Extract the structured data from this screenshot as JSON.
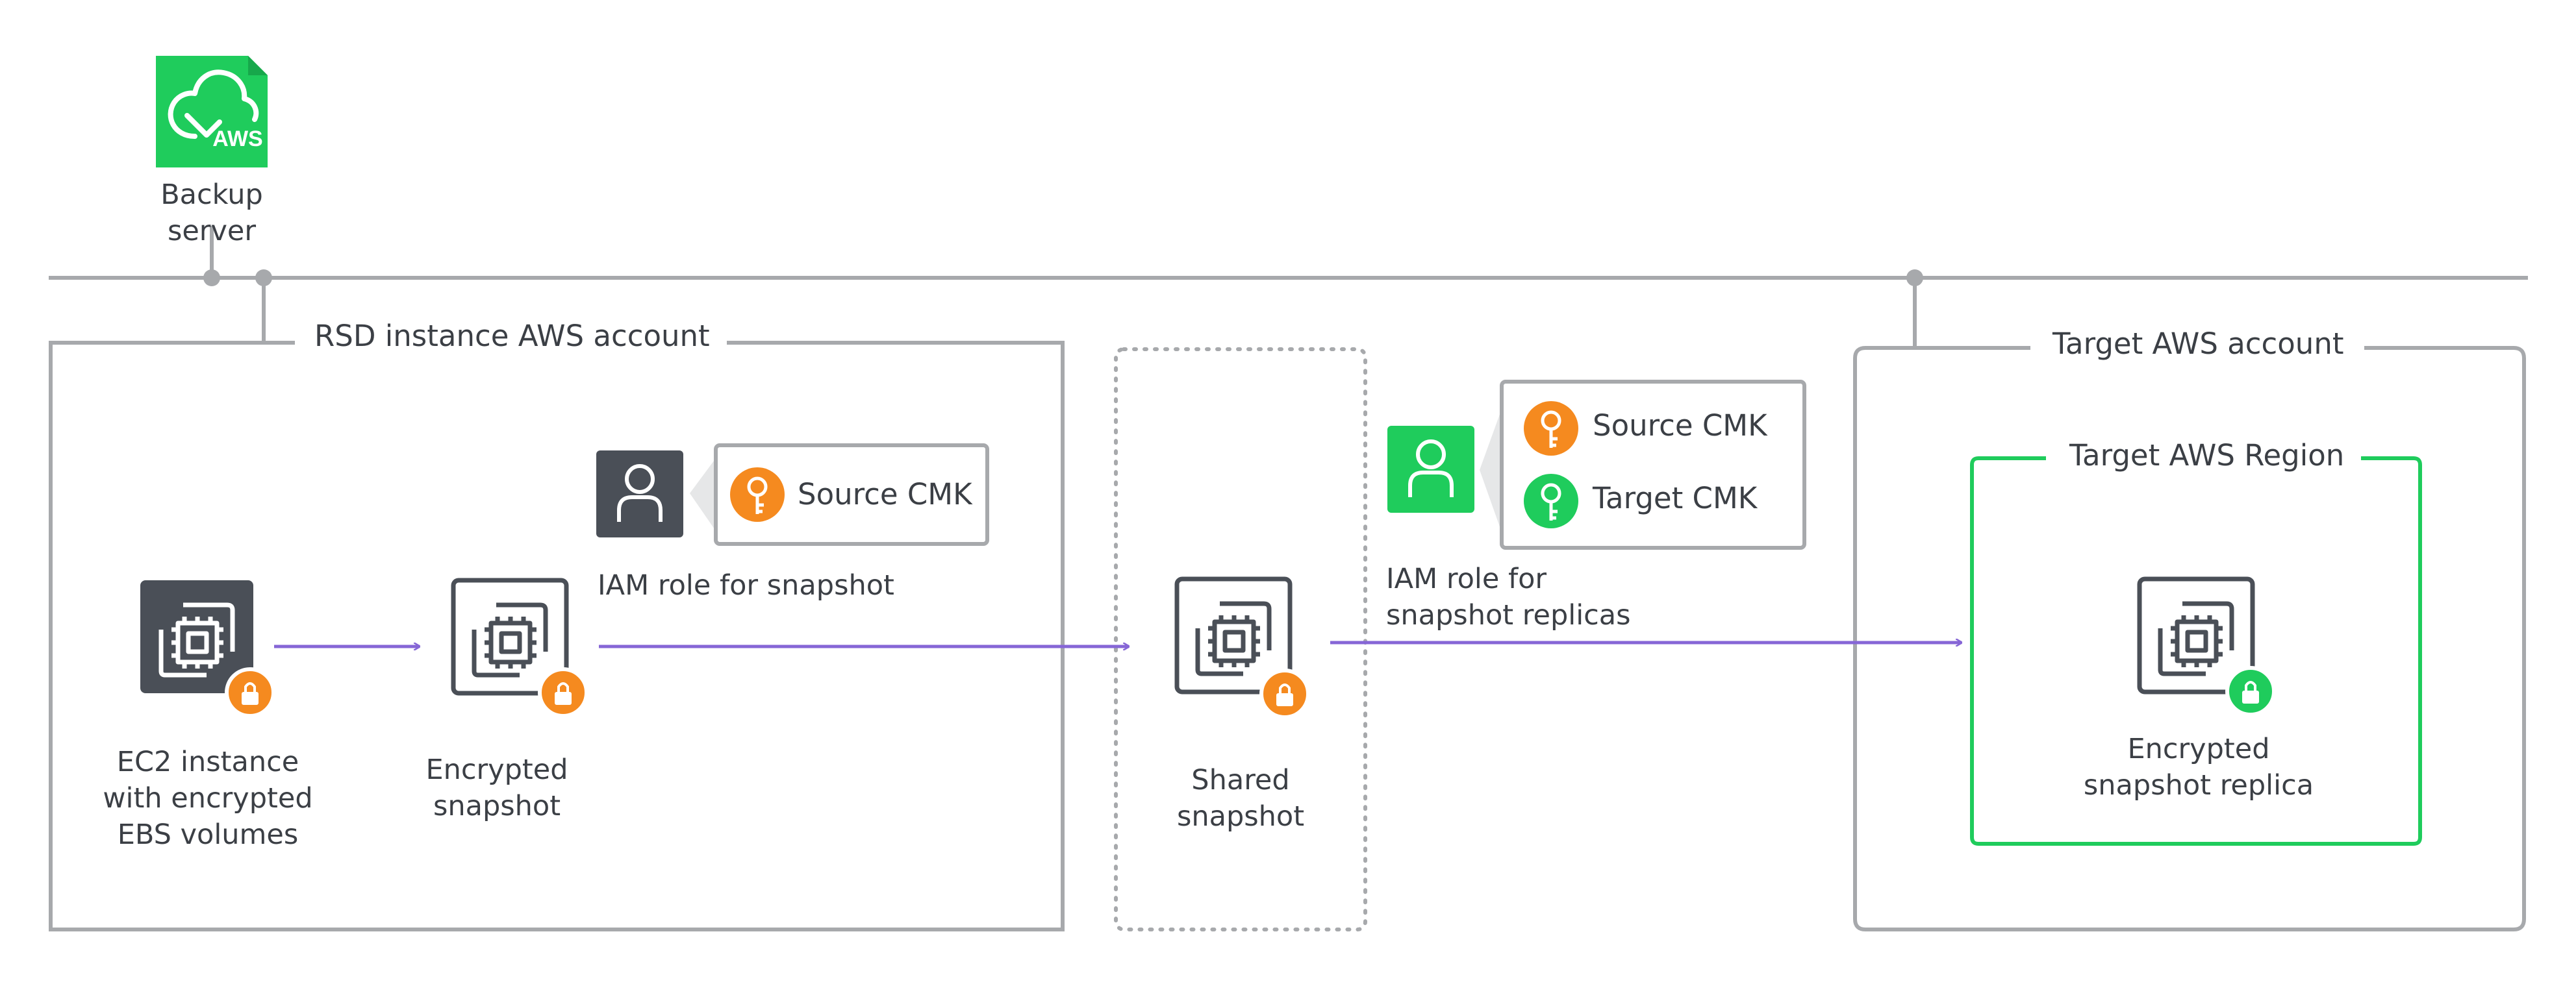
{
  "backup_server": {
    "label": "Backup server",
    "logo_text": "AWS",
    "icon": "aws-backup-server-icon"
  },
  "source_account": {
    "title": "RSD instance AWS account",
    "ec2_label": "EC2 instance\nwith encrypted\nEBS volumes",
    "snapshot_label": "Encrypted\nsnapshot",
    "iam_role_label": "IAM role for snapshot",
    "source_key_label": "Source CMK"
  },
  "shared": {
    "label": "Shared\nsnapshot"
  },
  "replica_role": {
    "label": "IAM role for\nsnapshot replicas",
    "source_key_label": "Source CMK",
    "target_key_label": "Target CMK"
  },
  "target_account": {
    "title": "Target AWS account",
    "region_title": "Target AWS Region",
    "replica_label": "Encrypted\nsnapshot replica"
  },
  "colors": {
    "line_gray": "#a7a9ac",
    "dark_icon": "#4a4f57",
    "aws_green": "#1fcc5c",
    "key_orange": "#f58a1f",
    "arrow_purple": "#8666d6"
  }
}
